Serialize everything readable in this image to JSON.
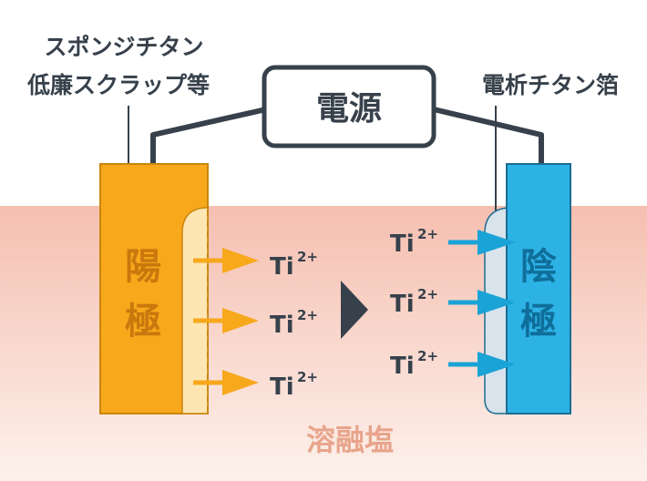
{
  "labels": {
    "anode_source_line1": "スポンジチタン",
    "anode_source_line2": "低廉スクラップ等",
    "power_supply": "電源",
    "cathode_product": "電析チタン箔",
    "anode_line1": "陽",
    "anode_line2": "極",
    "cathode_line1": "陰",
    "cathode_line2": "極",
    "molten_salt": "溶融塩"
  },
  "ions": {
    "symbol": "Ti",
    "charge": "2+"
  },
  "colors": {
    "anode_fill": "#f7a81b",
    "anode_layer": "#fde6b3",
    "cathode_fill": "#2db2e5",
    "cathode_layer": "#d8e3ec",
    "salt_top": "#f5bfb0",
    "salt_bottom": "#fdf1ec",
    "salt_text": "#e8a58c",
    "dark": "#37414b",
    "anode_text": "#c9780e",
    "cathode_text": "#0f6e9a"
  },
  "icons": {
    "process_arrow": "right-triangle",
    "ion_arrow": "right-arrow"
  }
}
